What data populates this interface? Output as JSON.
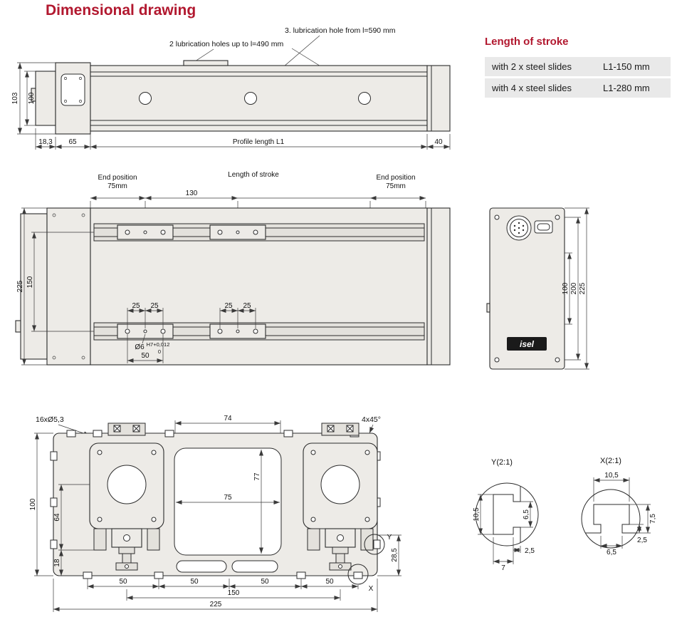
{
  "page": {
    "title": "Dimensional drawing",
    "accent_color": "#b2182f"
  },
  "stroke_table": {
    "title": "Length of stroke",
    "rows": [
      {
        "label": "with 2 x steel slides",
        "value": "L1-150 mm"
      },
      {
        "label": "with 4 x steel slides",
        "value": "L1-280 mm"
      }
    ]
  },
  "side_view": {
    "note_hole_3": "3. lubrication hole from l=590 mm",
    "note_holes_2": "2 lubrication holes up to l=490 mm",
    "dim_height_outer": "103",
    "dim_height_inner": "100",
    "dim_left_offset": "18,3",
    "dim_flange": "65",
    "dim_profile_length": "Profile length L1",
    "dim_end_cap": "40"
  },
  "plan_view": {
    "end_position_left_label": "End position",
    "end_position_left_value": "75mm",
    "length_of_stroke_label": "Length of stroke",
    "dim_130": "130",
    "end_position_right_label": "End position",
    "end_position_right_value": "75mm",
    "dim_width_total": "225",
    "dim_rail_spacing": "150",
    "dims_25": [
      "25",
      "25",
      "25",
      "25"
    ],
    "hole_label": "Ø6",
    "hole_tolerance": "H7+0,012",
    "hole_tolerance_low": "0",
    "dim_hole_spacing": "50"
  },
  "end_view": {
    "dim_100": "100",
    "dim_200": "200",
    "dim_225": "225",
    "logo": "isel"
  },
  "section_view": {
    "note_holes": "16xØ5,3",
    "note_chamfer": "4x45°",
    "dim_74": "74",
    "dim_77": "77",
    "dim_75": "75",
    "dim_100": "100",
    "dim_64": "64",
    "dim_18": "18",
    "dim_28_5": "28,5",
    "dims_50": [
      "50",
      "50",
      "50",
      "50"
    ],
    "dim_150": "150",
    "dim_225": "225",
    "callout_y": "Y",
    "callout_x": "X"
  },
  "detail_y": {
    "title": "Y(2:1)",
    "dim_10_5": "10,5",
    "dim_6_5": "6,5",
    "dim_2_5": "2,5",
    "dim_7": "7"
  },
  "detail_x": {
    "title": "X(2:1)",
    "dim_10_5": "10,5",
    "dim_7_5": "7,5",
    "dim_2_5": "2,5",
    "dim_6_5": "6,5"
  }
}
